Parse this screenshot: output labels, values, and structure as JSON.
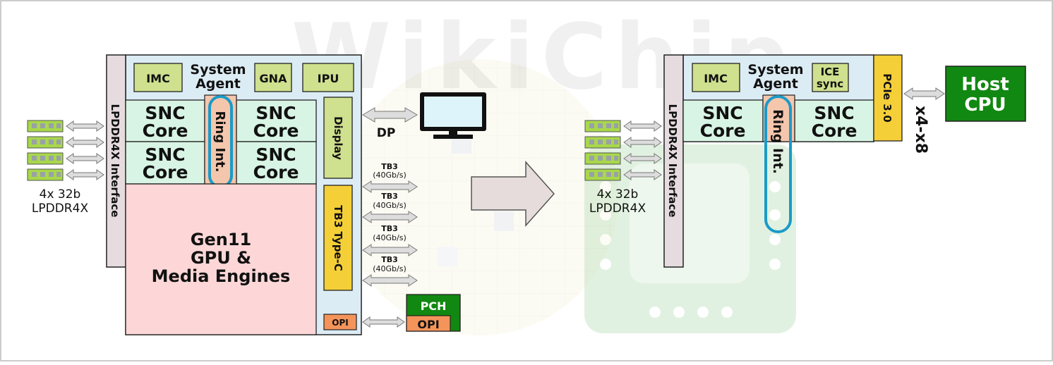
{
  "watermark": "WikiChip",
  "left_die": {
    "memory_interface": "LPDDR4X Interface",
    "memory_caption": [
      "4x 32b",
      "LPDDR4X"
    ],
    "system_agent": [
      "System",
      "Agent"
    ],
    "imc": "IMC",
    "gna": "GNA",
    "ipu": "IPU",
    "core_label": [
      "SNC",
      "Core"
    ],
    "ring": "Ring Int.",
    "display": "Display",
    "tb3_block": "TB3 Type-C",
    "opi": "OPI",
    "gpu": [
      "Gen11",
      "GPU &",
      "Media Engines"
    ],
    "dp": "DP",
    "tb3_link": [
      "TB3",
      "(40Gb/s)"
    ],
    "pch": "PCH",
    "pch_opi": "OPI"
  },
  "right_die": {
    "memory_interface": "LPDDR4X Interface",
    "memory_caption": [
      "4x 32b",
      "LPDDR4X"
    ],
    "system_agent": [
      "System",
      "Agent"
    ],
    "imc": "IMC",
    "ice": [
      "ICE",
      "sync"
    ],
    "core_label": [
      "SNC",
      "Core"
    ],
    "ring": "Ring Int.",
    "pcie": "PCIe 3.0",
    "pcie_width": "x4-x8",
    "host": [
      "Host",
      "CPU"
    ]
  },
  "colors": {
    "die_bg": "#dcecf4",
    "core": "#d8f4e4",
    "gpu": "#fdd7d7",
    "accel": "#cfe08e",
    "mem_iface": "#e6dcdf",
    "ring_fill": "#f4c6ac",
    "ring_stroke": "#1a9bc8",
    "tb3": "#f5cf38",
    "opi": "#f4945a",
    "pch": "#118811",
    "host": "#118811",
    "arrow": "#dddddd",
    "big_arrow": "#e6dcdc",
    "border": "#222222"
  }
}
